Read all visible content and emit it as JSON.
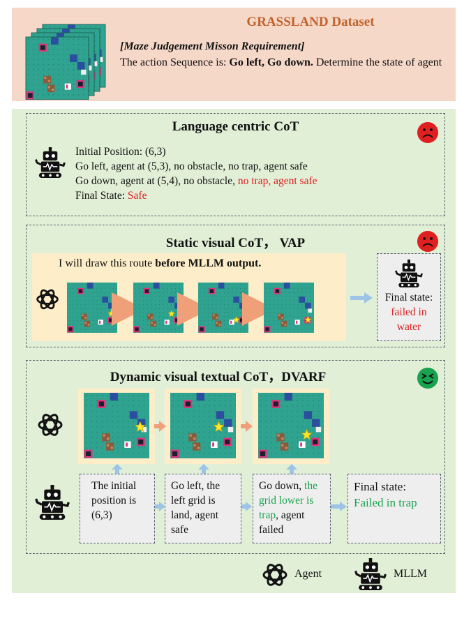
{
  "header": {
    "title": "GRASSLAND Dataset",
    "requirement": "[Maze Judgement Misson Requirement]",
    "sequence_prefix": "The action Sequence is: ",
    "sequence_bold": "Go left, Go down.",
    "sequence_suffix": " Determine the state of agent"
  },
  "language_cot": {
    "title": "Language centric CoT",
    "line1": "Initial Position: (6,3)",
    "line2": "Go left, agent at (5,3), no obstacle, no trap, agent safe",
    "line3_prefix": "Go down, agent at (5,4), no obstacle,  ",
    "line3_red1": "no trap",
    "line3_sep": ", ",
    "line3_red2": "agent safe",
    "line4_prefix": "Final State: ",
    "line4_red": "Safe"
  },
  "static_cot": {
    "title": "Static visual CoT， VAP",
    "intro_prefix": "I will draw this route ",
    "intro_bold": "before MLLM output.",
    "final_label": "Final state:",
    "final_value": "failed in water"
  },
  "dynamic_cot": {
    "title": "Dynamic visual textual CoT，DVARF",
    "step1": "The initial position is (6,3)",
    "step2": "Go left, the left grid is land, agent safe",
    "step3_prefix": "Go down, ",
    "step3_green": "the grid lower is trap",
    "step3_suffix": ", agent failed",
    "final_label": "Final state:",
    "final_value": "Failed in trap"
  },
  "legend": {
    "agent": "Agent",
    "mllm": "MLLM"
  },
  "colors": {
    "header_bg": "#f6d8c8",
    "title_orange": "#c0622a",
    "panel_green": "#e2efd7",
    "maze_teal": "#2fa38f",
    "water_blue": "#2b4f9e",
    "trap_red": "#e01e1e",
    "success_green": "#1aa34f"
  }
}
